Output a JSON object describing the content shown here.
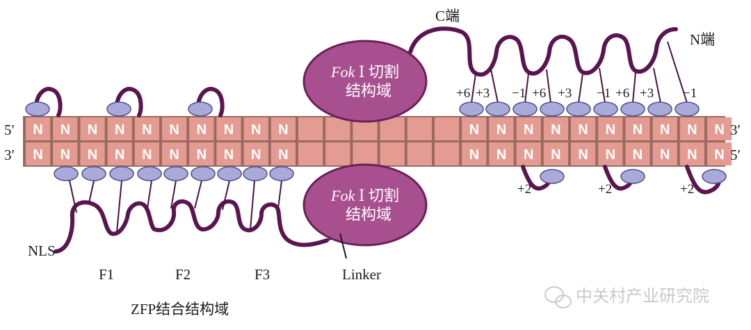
{
  "dna": {
    "top_left": "5′",
    "top_right": "3′",
    "bottom_left": "3′",
    "bottom_right": "5′",
    "base_letter": "N"
  },
  "fok_domain": {
    "italic": "Fok",
    "roman": " Ⅰ 切割",
    "line2": "结构域"
  },
  "right_zfp": {
    "c_term": "C端",
    "n_term": "N端",
    "top_positions": [
      "+6",
      "+3",
      "−1",
      "+6",
      "+3",
      "−1",
      "+6",
      "+3",
      "−1"
    ],
    "bottom_positions": [
      "+2",
      "+2",
      "+2"
    ]
  },
  "left_zfp": {
    "nls": "NLS",
    "fingers": [
      "F1",
      "F2",
      "F3"
    ],
    "linker": "Linker",
    "domain_label": "ZFP结合结构域"
  },
  "watermark": "中关村产业研究院",
  "colors": {
    "dna_base": "#e49c92",
    "dna_border": "#8a5a50",
    "protein_chain": "#5a1550",
    "bead_fill": "#a9a9da",
    "bead_stroke": "#4e4e8a",
    "fok_fill": "#a8508f",
    "fok_stroke": "#6a2058"
  }
}
